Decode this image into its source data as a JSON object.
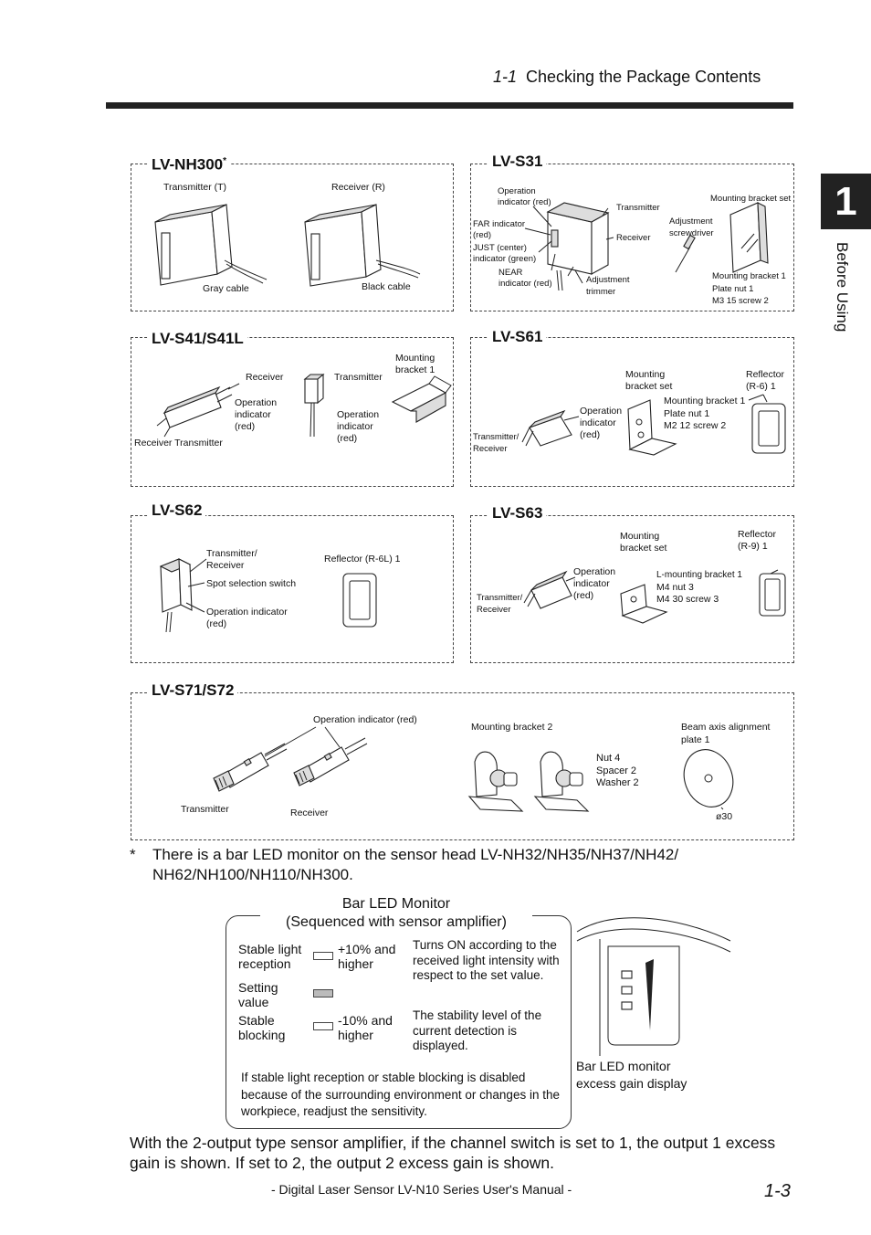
{
  "header": {
    "section_num": "1-1",
    "section_title": "Checking the Package Contents"
  },
  "chapter_tab": {
    "number": "1",
    "label": "Before Using"
  },
  "panels": {
    "nh300": {
      "title": "LV-NH300",
      "mark": "*",
      "transmitter": "Transmitter (T)",
      "receiver": "Receiver (R)",
      "gray_cable": "Gray cable",
      "black_cable": "Black cable"
    },
    "s31": {
      "title": "LV-S31",
      "op_ind": "Operation indicator (red)",
      "far_ind": "FAR indicator (red)",
      "just_ind": "JUST (center) indicator (green)",
      "near_ind": "NEAR indicator (red)",
      "transmitter": "Transmitter",
      "receiver": "Receiver",
      "adj_trimmer": "Adjustment trimmer",
      "adj_screwdriver": "Adjustment screwdriver",
      "bracket_set": "Mounting bracket set",
      "bracket_list_1": "Mounting bracket   1",
      "bracket_list_2": "Plate nut   1",
      "bracket_list_3": "M3   15 screw   2"
    },
    "s41": {
      "title": "LV-S41/S41L",
      "receiver": "Receiver",
      "transmitter": "Transmitter",
      "mounting_bracket": "Mounting bracket   1",
      "op_ind_a": "Operation indicator (red)",
      "op_ind_b": "Operation indicator (red)",
      "bottom_label": "Receiver Transmitter"
    },
    "s61": {
      "title": "LV-S61",
      "bracket_set": "Mounting bracket set",
      "reflector": "Reflector (R-6)   1",
      "bracket_list_1": "Mounting bracket   1",
      "bracket_list_2": "Plate nut   1",
      "bracket_list_3": "M2   12 screw   2",
      "op_ind": "Operation indicator (red)",
      "tr": "Transmitter/ Receiver"
    },
    "s62": {
      "title": "LV-S62",
      "tr": "Transmitter/ Receiver",
      "spot_switch": "Spot selection switch",
      "op_ind": "Operation indicator (red)",
      "reflector": "Reflector (R-6L)   1"
    },
    "s63": {
      "title": "LV-S63",
      "bracket_set": "Mounting bracket set",
      "reflector": "Reflector (R-9)   1",
      "op_ind": "Operation indicator (red)",
      "bracket_list_1": "L-mounting bracket   1",
      "bracket_list_2": "M4 nut   3",
      "bracket_list_3": "M4   30 screw   3",
      "tr": "Transmitter/ Receiver"
    },
    "s71": {
      "title": "LV-S71/S72",
      "op_ind": "Operation indicator (red)",
      "transmitter": "Transmitter",
      "receiver": "Receiver",
      "mounting_bracket": "Mounting bracket   2",
      "hw_1": "Nut   4",
      "hw_2": "Spacer   2",
      "hw_3": "Washer   2",
      "beam_plate": "Beam axis alignment plate   1",
      "diameter": "ø30"
    }
  },
  "note": {
    "mark": "*",
    "text": "There is a bar LED monitor on the sensor head LV-NH32/NH35/NH37/NH42/ NH62/NH100/NH110/NH300."
  },
  "led_monitor": {
    "title_1": "Bar LED Monitor",
    "title_2": "(Sequenced with sensor amplifier)",
    "rows": [
      {
        "label": "Stable light reception",
        "value": "+10% and higher"
      },
      {
        "label": "Setting value",
        "value": ""
      },
      {
        "label": "Stable blocking",
        "value": "-10% and higher"
      }
    ],
    "desc_1": "Turns ON according to the received light intensity with respect to the set value.",
    "desc_2": "The stability level of the current detection is displayed.",
    "warning": "If stable light reception or stable blocking is disabled because of the surrounding environment or changes in the workpiece, readjust the sensitivity.",
    "display_label": "Bar LED monitor excess gain display"
  },
  "paragraph": "With the 2-output type sensor amplifier, if the channel switch is set to 1, the output 1 excess gain is shown. If set to 2, the output 2 excess gain is shown.",
  "footer": {
    "manual": "- Digital Laser Sensor LV-N10 Series User's Manual -",
    "page": "1-3"
  }
}
